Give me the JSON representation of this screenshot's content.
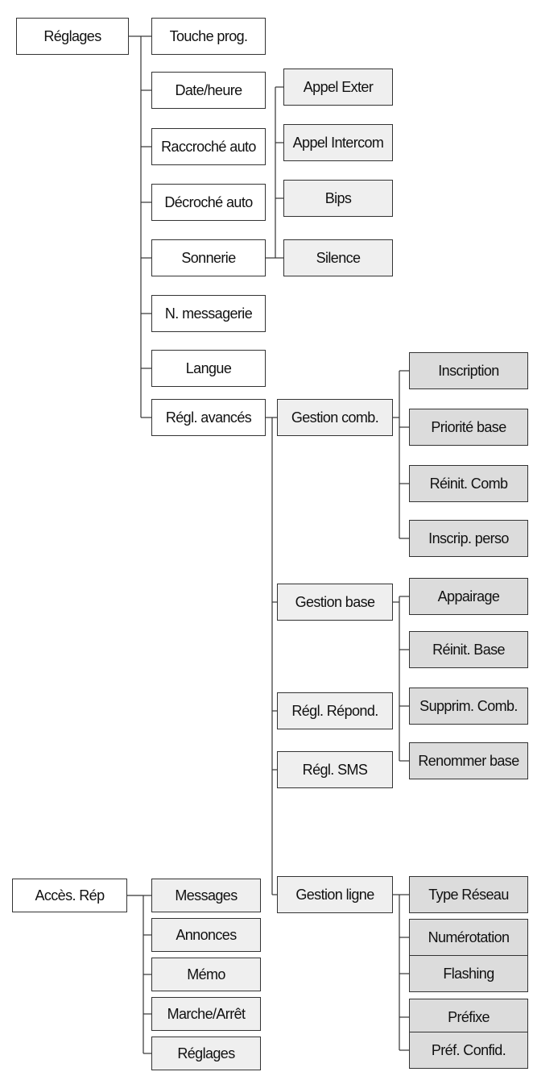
{
  "menus": {
    "reglages": {
      "label": "Réglages",
      "items": [
        "Touche prog.",
        "Date/heure",
        "Raccroché auto",
        "Décroché auto",
        "Sonnerie",
        "N. messagerie",
        "Langue",
        "Régl. avancés"
      ]
    },
    "sonnerie": {
      "items": [
        "Appel Exter",
        "Appel Intercom",
        "Bips",
        "Silence"
      ]
    },
    "regl_avances": {
      "items": [
        "Gestion comb.",
        "Gestion base",
        "Régl. Répond.",
        "Régl. SMS",
        "Gestion ligne"
      ]
    },
    "gestion_comb": {
      "items": [
        "Inscription",
        "Priorité base",
        "Réinit. Comb",
        "Inscrip. perso"
      ]
    },
    "gestion_base": {
      "items": [
        "Appairage",
        "Réinit. Base",
        "Supprim. Comb.",
        "Renommer base"
      ]
    },
    "gestion_ligne": {
      "items": [
        "Type Réseau",
        "Numérotation",
        "Flashing",
        "Préfixe",
        "Préf. Confid."
      ]
    },
    "acces_rep": {
      "label": "Accès. Rép",
      "items": [
        "Messages",
        "Annonces",
        "Mémo",
        "Marche/Arrêt",
        "Réglages"
      ]
    }
  }
}
